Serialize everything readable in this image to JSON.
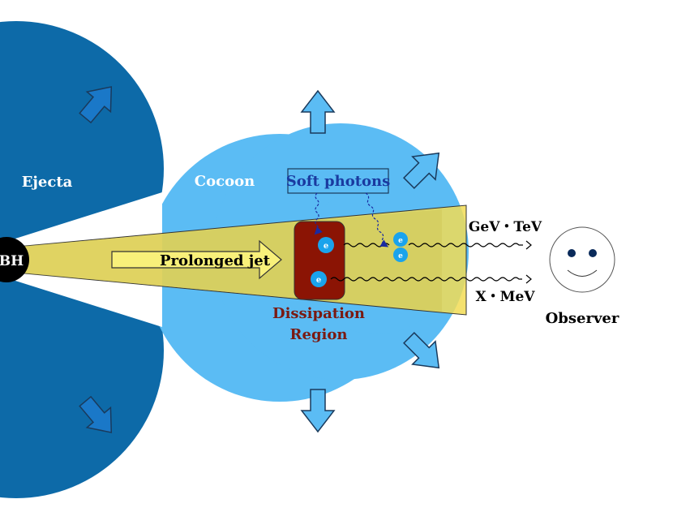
{
  "labels": {
    "ejecta": "Ejecta",
    "cocoon": "Cocoon",
    "soft_photons": "Soft photons",
    "bh": "BH",
    "prolonged_jet": "Prolonged jet",
    "dissipation_line1": "Dissipation",
    "dissipation_line2": "Region",
    "gev_tev": "GeV・TeV",
    "x_mev": "X・MeV",
    "observer": "Observer",
    "electron": "e"
  },
  "colors": {
    "ejecta": "#0d6aa8",
    "cocoon": "#5bbcf4",
    "jet": "#d9d253",
    "jet_outer": "#f2dc55",
    "dissipation": "#8b1404",
    "electron": "#1aa3ec",
    "soft_photons_text": "#1a3aa0",
    "dissipation_text": "#7a1a12",
    "outline": "#1a3a5c"
  }
}
